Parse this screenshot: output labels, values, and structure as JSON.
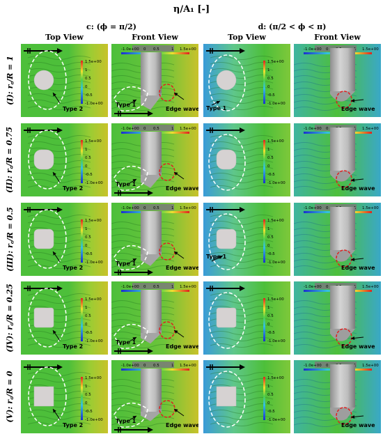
{
  "title": "η/A₁ [-]",
  "columns": [
    {
      "title": "c: (ϕ = π/2)",
      "views": [
        "Top View",
        "Front View"
      ]
    },
    {
      "title": "d: (π/2 < ϕ < π)",
      "views": [
        "Top View",
        "Front View"
      ]
    }
  ],
  "rows": [
    {
      "label": "(I): r꜀/R = 1"
    },
    {
      "label": "(II): r꜀/R = 0.75"
    },
    {
      "label": "(III): r꜀/R = 0.5"
    },
    {
      "label": "(IV): r꜀/R = 0.25"
    },
    {
      "label": "(V): r꜀/R = 0"
    }
  ],
  "colorbar_vertical": [
    "1.5e+00",
    "1",
    "0.5",
    "0",
    "-0.5",
    "-1.0e+00"
  ],
  "colorbar_horizontal": [
    "-1.0e+00",
    "0",
    "0.5",
    "1",
    "1.5e+00"
  ],
  "annotations": {
    "type1": "Type 1",
    "type2": "Type 2",
    "edge_wave": "Edge wave"
  },
  "colors": {
    "sea_green": "#4dbf3a",
    "wave_yellow": "#c8c22a",
    "wave_blue": "#3a9bd8",
    "cylinder": "#b8b8b8",
    "ellipse": "#ffffff",
    "edge_circle": "#e02020"
  }
}
